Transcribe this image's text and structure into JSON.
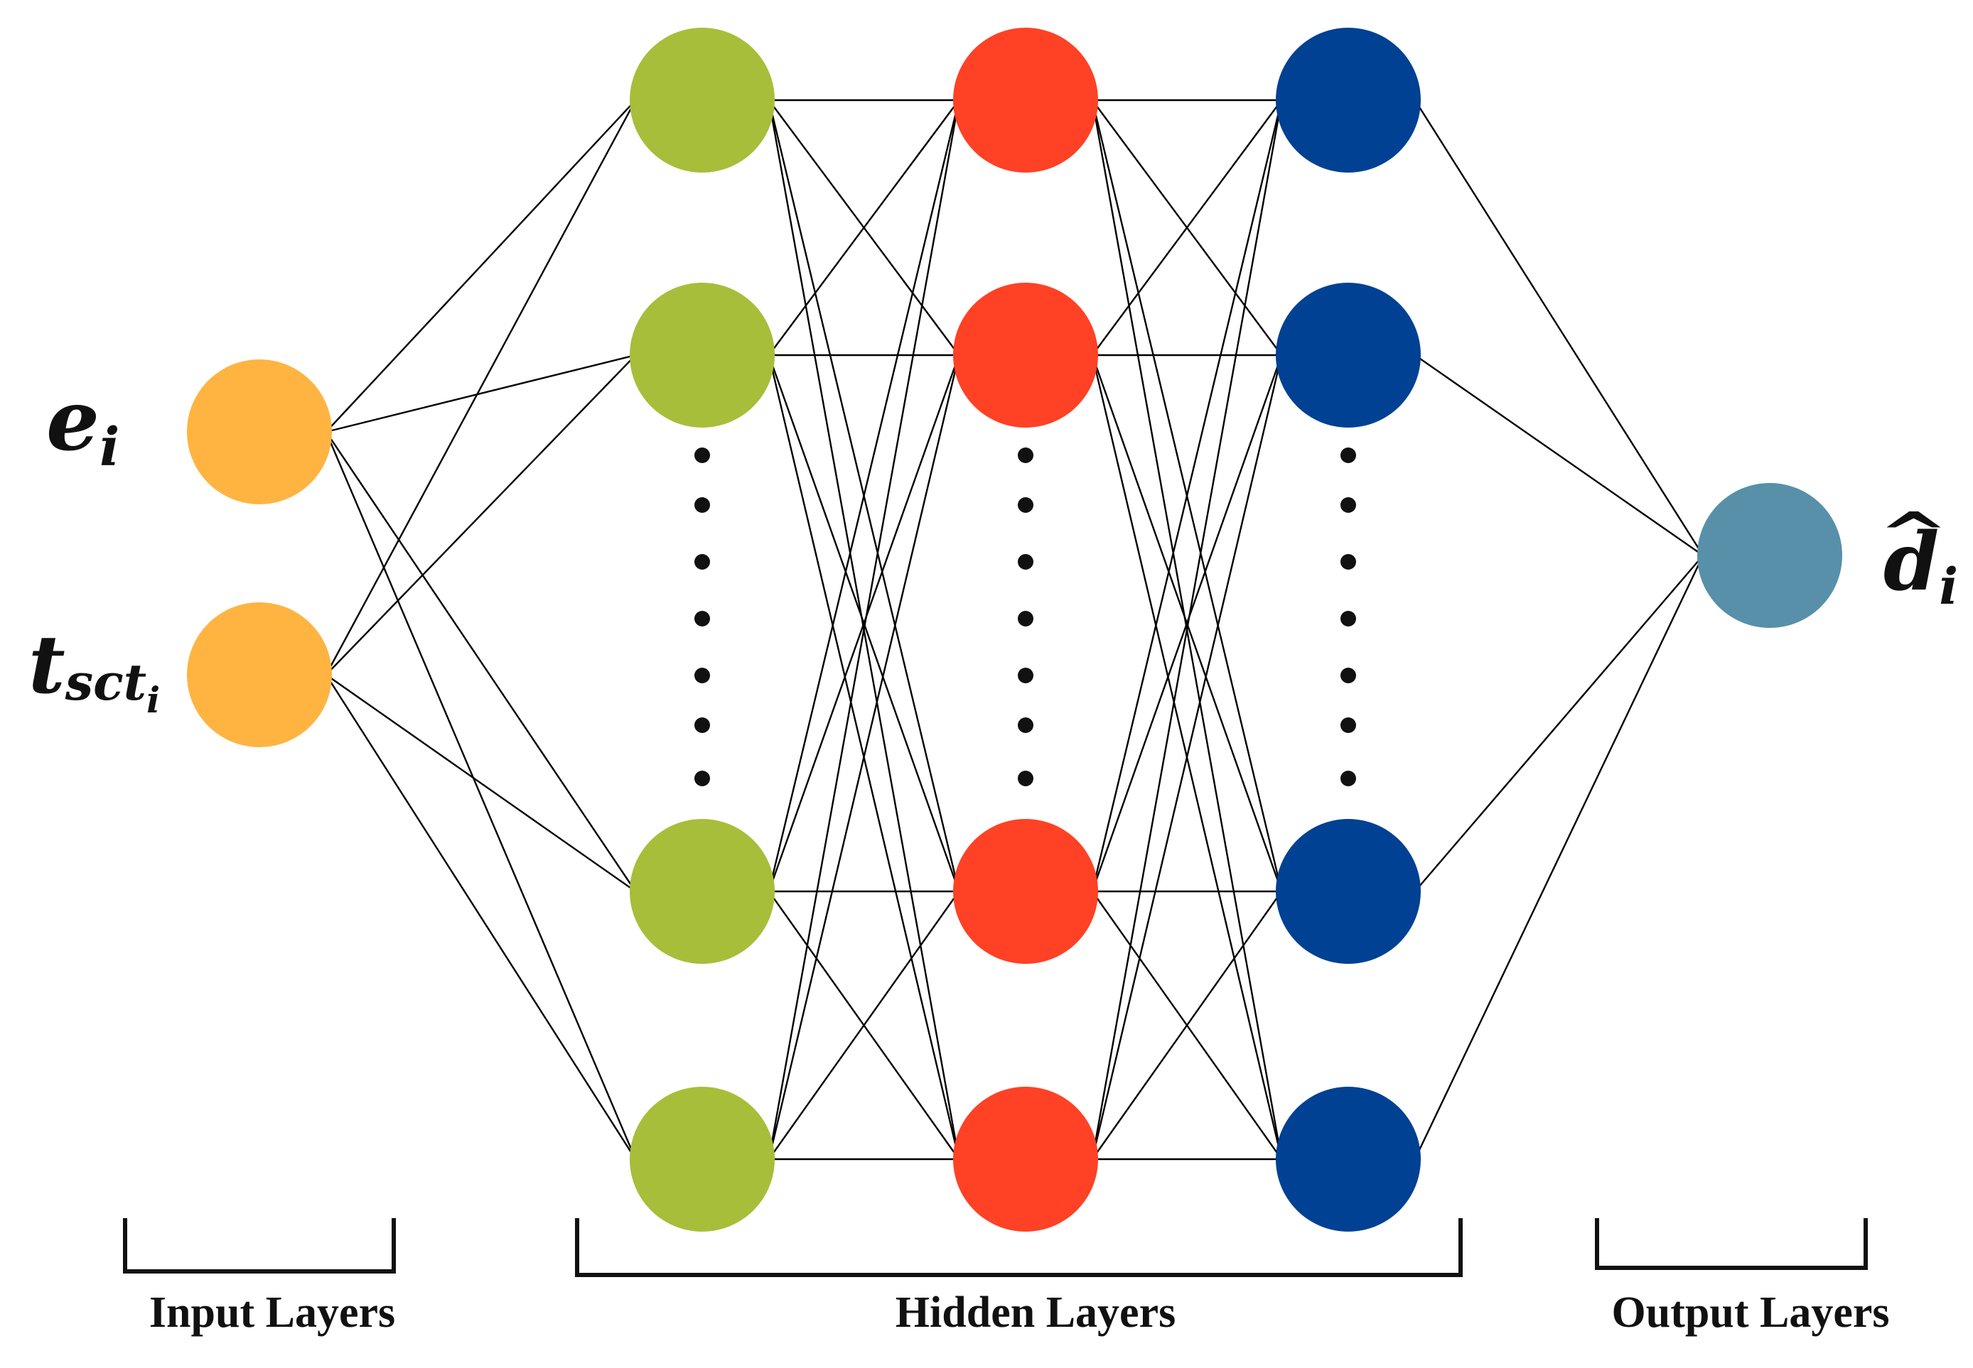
{
  "diagram": {
    "inputs": [
      {
        "symbol": "e",
        "subscript": "i",
        "subsubscript": ""
      },
      {
        "symbol": "t",
        "subscript": "sct",
        "subsubscript": "i"
      }
    ],
    "output": {
      "symbol": "d",
      "hat": "^",
      "subscript": "i"
    },
    "group_labels": {
      "input": "Input Layers",
      "hidden": "Hidden Layers",
      "output": "Output Layers"
    },
    "colors": {
      "input": "#FFB442",
      "hidden_1": "#A7BE3A",
      "hidden_2": "#FF4125",
      "hidden_3": "#004193",
      "output": "#5790A8",
      "edge": "#000000",
      "text": "#111111"
    },
    "layers": [
      {
        "name": "input",
        "color_key": "input",
        "visible_nodes": 2,
        "ellipsis": false
      },
      {
        "name": "hidden-1",
        "color_key": "hidden_1",
        "visible_nodes": 4,
        "ellipsis": true
      },
      {
        "name": "hidden-2",
        "color_key": "hidden_2",
        "visible_nodes": 4,
        "ellipsis": true
      },
      {
        "name": "hidden-3",
        "color_key": "hidden_3",
        "visible_nodes": 4,
        "ellipsis": true
      },
      {
        "name": "output",
        "color_key": "output",
        "visible_nodes": 1,
        "ellipsis": false
      }
    ]
  }
}
